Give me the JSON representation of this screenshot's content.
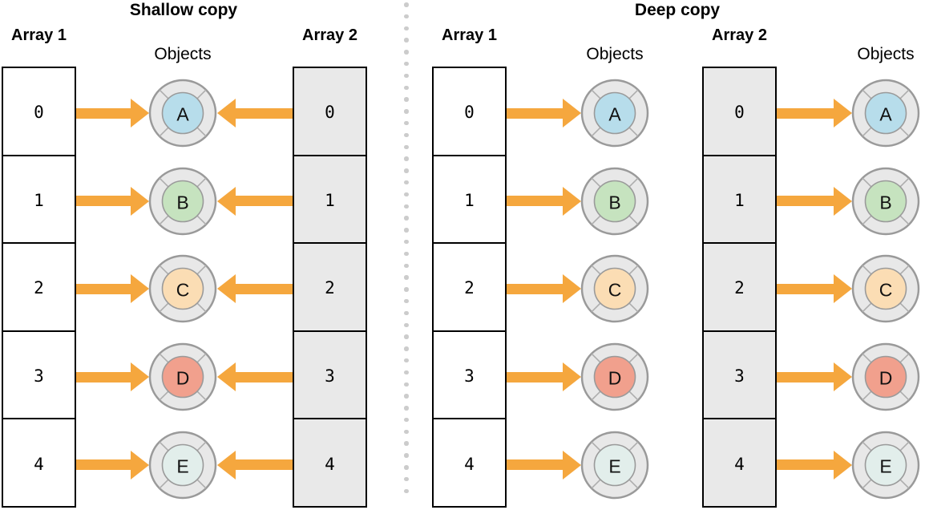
{
  "colors": {
    "arrow": "#F5A73E",
    "cell_border": "#000000",
    "cell_white": "#FFFFFF",
    "cell_gray": "#E9E9E9",
    "ring_fill": "#E8E8E8",
    "ring_border": "#9A9A9A",
    "spoke": "#ADADAD",
    "separator_dot": "#CCCCCC",
    "letter_text": "#111111"
  },
  "object_palette": {
    "A": "#B7DDEB",
    "B": "#C6E3BF",
    "C": "#FBDDB4",
    "D": "#F1A08D",
    "E": "#E2EEEB"
  },
  "panels": [
    {
      "id": "shallow",
      "title": "Shallow copy",
      "columns": [
        {
          "type": "array",
          "label": "Array 1",
          "fill": "white",
          "cells": [
            "0",
            "1",
            "2",
            "3",
            "4"
          ],
          "arrow": "right"
        },
        {
          "type": "objects",
          "label": "Objects",
          "items": [
            "A",
            "B",
            "C",
            "D",
            "E"
          ]
        },
        {
          "type": "array",
          "label": "Array 2",
          "fill": "gray",
          "cells": [
            "0",
            "1",
            "2",
            "3",
            "4"
          ],
          "arrow": "left"
        }
      ]
    },
    {
      "id": "deep",
      "title": "Deep copy",
      "columns": [
        {
          "type": "array",
          "label": "Array 1",
          "fill": "white",
          "cells": [
            "0",
            "1",
            "2",
            "3",
            "4"
          ],
          "arrow": "right"
        },
        {
          "type": "objects",
          "label": "Objects",
          "items": [
            "A",
            "B",
            "C",
            "D",
            "E"
          ]
        },
        {
          "type": "array",
          "label": "Array 2",
          "fill": "gray",
          "cells": [
            "0",
            "1",
            "2",
            "3",
            "4"
          ],
          "arrow": "right"
        },
        {
          "type": "objects",
          "label": "Objects",
          "items": [
            "A",
            "B",
            "C",
            "D",
            "E"
          ]
        }
      ]
    }
  ]
}
